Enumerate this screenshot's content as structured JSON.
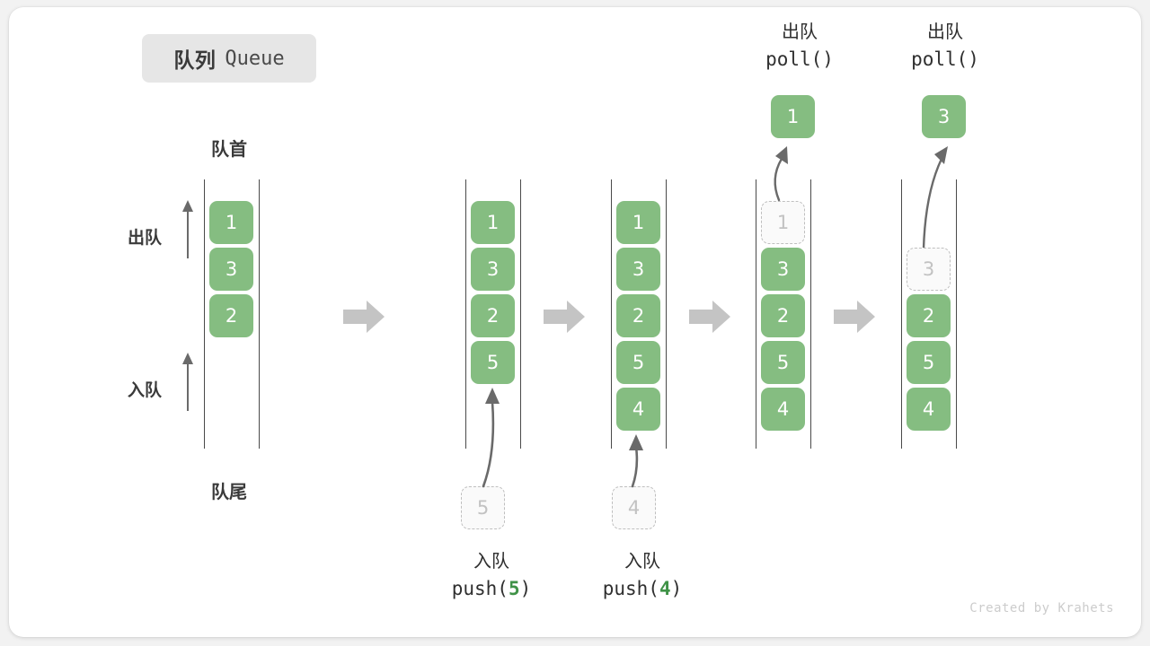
{
  "title": {
    "cn": "队列",
    "en": "Queue"
  },
  "colors": {
    "element_fill": "#85bd81",
    "element_text": "#ffffff",
    "ghost_border": "#bfbfbf",
    "ghost_text": "#c2c2c2",
    "rail": "#4a4a4a",
    "separator_arrow": "#c4c4c4",
    "accent_arg": "#3f9247",
    "badge_bg": "#e6e6e6",
    "card_bg": "#ffffff",
    "page_bg": "#f2f2f2"
  },
  "labels": {
    "front": "队首",
    "rear": "队尾",
    "dequeue": "出队",
    "enqueue": "入队"
  },
  "ops": {
    "push5": {
      "cn": "入队",
      "fn": "push(",
      "arg": "5",
      "close": ")"
    },
    "push4": {
      "cn": "入队",
      "fn": "push(",
      "arg": "4",
      "close": ")"
    },
    "poll1": {
      "cn": "出队",
      "code": "poll()"
    },
    "poll2": {
      "cn": "出队",
      "code": "poll()"
    }
  },
  "columns": [
    {
      "id": "initial",
      "slots": [
        {
          "value": "1",
          "state": "filled"
        },
        {
          "value": "3",
          "state": "filled"
        },
        {
          "value": "2",
          "state": "filled"
        }
      ]
    },
    {
      "id": "after-push-5",
      "slots": [
        {
          "value": "1",
          "state": "filled"
        },
        {
          "value": "3",
          "state": "filled"
        },
        {
          "value": "2",
          "state": "filled"
        },
        {
          "value": "5",
          "state": "filled"
        }
      ],
      "incoming": {
        "value": "5",
        "state": "ghost"
      }
    },
    {
      "id": "after-push-4",
      "slots": [
        {
          "value": "1",
          "state": "filled"
        },
        {
          "value": "3",
          "state": "filled"
        },
        {
          "value": "2",
          "state": "filled"
        },
        {
          "value": "5",
          "state": "filled"
        },
        {
          "value": "4",
          "state": "filled"
        }
      ],
      "incoming": {
        "value": "4",
        "state": "ghost"
      }
    },
    {
      "id": "after-poll-1",
      "slots": [
        {
          "value": "1",
          "state": "ghost"
        },
        {
          "value": "3",
          "state": "filled"
        },
        {
          "value": "2",
          "state": "filled"
        },
        {
          "value": "5",
          "state": "filled"
        },
        {
          "value": "4",
          "state": "filled"
        }
      ],
      "outgoing": {
        "value": "1",
        "state": "filled"
      }
    },
    {
      "id": "after-poll-3",
      "slots": [
        {
          "value": "",
          "state": "empty"
        },
        {
          "value": "3",
          "state": "ghost"
        },
        {
          "value": "2",
          "state": "filled"
        },
        {
          "value": "5",
          "state": "filled"
        },
        {
          "value": "4",
          "state": "filled"
        }
      ],
      "outgoing": {
        "value": "3",
        "state": "filled"
      }
    }
  ],
  "watermark": "Created by Krahets"
}
